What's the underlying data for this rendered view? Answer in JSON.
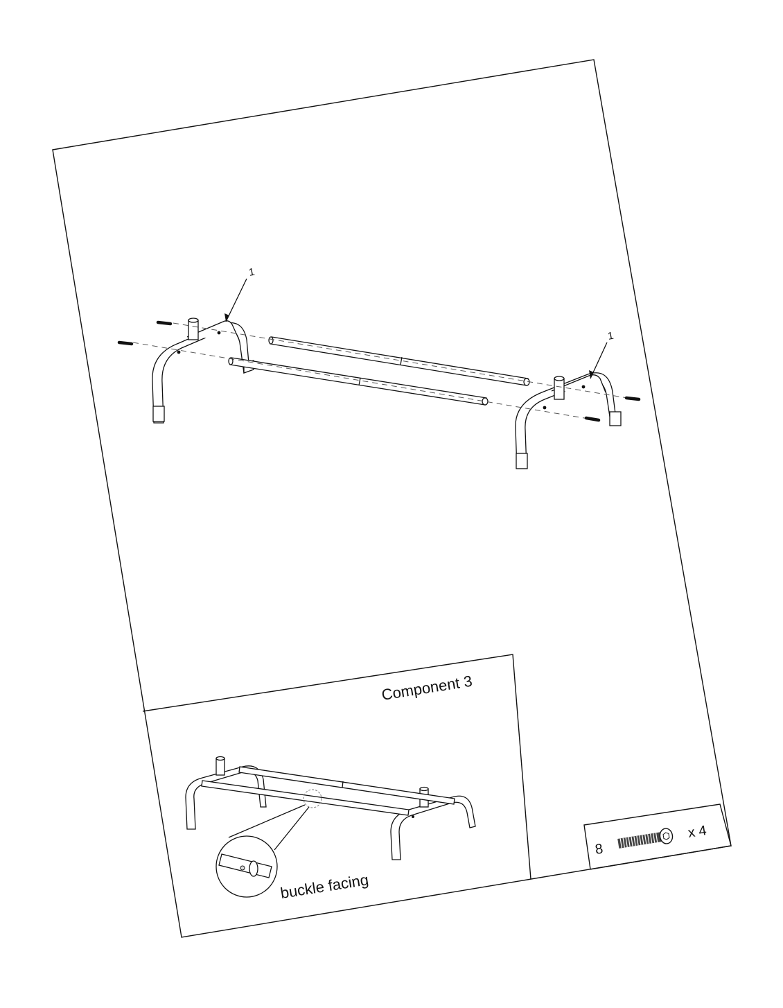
{
  "main_view": {
    "callout_left": "1",
    "callout_right": "1"
  },
  "inset": {
    "title": "Component 3",
    "note": "buckle facing"
  },
  "hardware": {
    "part_number": "8",
    "quantity": "x 4",
    "icon": "bolt-icon"
  }
}
